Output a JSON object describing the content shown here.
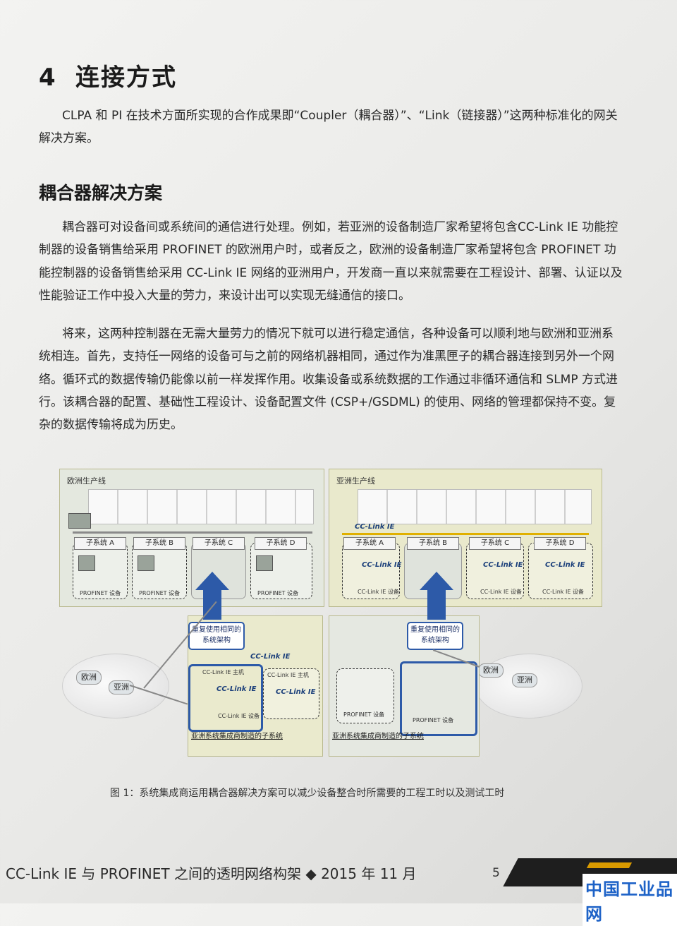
{
  "chapter": {
    "number": "4",
    "title": "连接方式"
  },
  "intro": "CLPA 和 PI 在技术方面所实现的合作成果即“Coupler（耦合器）”、“Link（链接器）”这两种标准化的网关解决方案。",
  "section_title": "耦合器解决方案",
  "paragraphs": [
    "耦合器可对设备间或系统间的通信进行处理。例如，若亚洲的设备制造厂家希望将包含CC-Link IE 功能控制器的设备销售给采用 PROFINET 的欧洲用户时，或者反之，欧洲的设备制造厂家希望将包含 PROFINET 功能控制器的设备销售给采用 CC-Link IE 网络的亚洲用户，开发商一直以来就需要在工程设计、部署、认证以及性能验证工作中投入大量的劳力，来设计出可以实现无缝通信的接口。",
    "将来，这两种控制器在无需大量劳力的情况下就可以进行稳定通信，各种设备可以顺利地与欧洲和亚洲系统相连。首先，支持任一网络的设备可与之前的网络机器相同，通过作为准黑匣子的耦合器连接到另外一个网络。循环式的数据传输仍能像以前一样发挥作用。收集设备或系统数据的工作通过非循环通信和 SLMP 方式进行。该耦合器的配置、基础性工程设计、设备配置文件 (CSP+/GSDML) 的使用、网络的管理都保持不变。复杂的数据传输将成为历史。"
  ],
  "figure": {
    "europe_line": "欧洲生产线",
    "asia_line": "亚洲生产线",
    "subsystems": [
      "子系统 A",
      "子系统 B",
      "子系统 C",
      "子系统 D"
    ],
    "profinet_device": "PROFINET 设备",
    "cclink_device": "CC-Link IE 设备",
    "cclink_logo": "CC-Link IE",
    "cclink_master": "CC-Link IE 主机",
    "reuse_label": "重复使用相同的系统架构",
    "subsystem_caption": "亚洲系统集成商制造的子系统",
    "region_europe": "欧洲",
    "region_asia": "亚洲"
  },
  "figure_caption": "图 1：系统集成商运用耦合器解决方案可以减少设备整合时所需要的工程工时以及测试工时",
  "footer": {
    "text": "CC-Link IE 与 PROFINET 之间的透明网络构架 ◆ 2015 年 11 月",
    "page_number": "5"
  },
  "watermark": "中国工业品网"
}
